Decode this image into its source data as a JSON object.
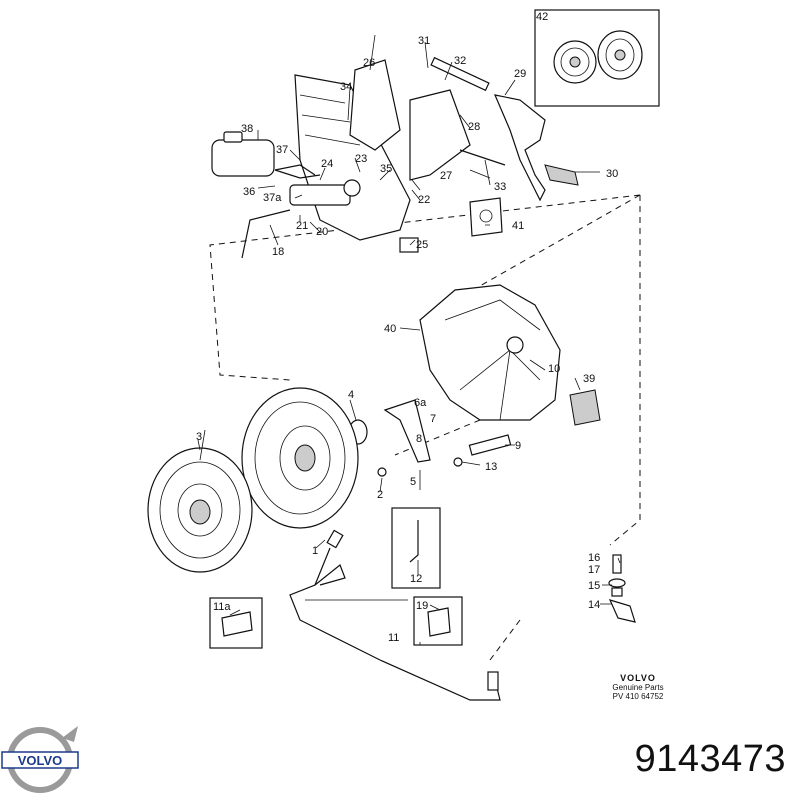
{
  "callouts": {
    "c1": "1",
    "c2": "2",
    "c3": "3",
    "c4": "4",
    "c5": "5",
    "c6a": "6a",
    "c7": "7",
    "c8": "8",
    "c9": "9",
    "c10": "10",
    "c11": "11",
    "c11a": "11a",
    "c12": "12",
    "c13": "13",
    "c14": "14",
    "c15": "15",
    "c16": "16",
    "c17": "17",
    "c18": "18",
    "c19": "19",
    "c20": "20",
    "c21": "21",
    "c22": "22",
    "c23": "23",
    "c24": "24",
    "c25": "25",
    "c26": "26",
    "c27": "27",
    "c28": "28",
    "c29": "29",
    "c30": "30",
    "c31": "31",
    "c32": "32",
    "c33": "33",
    "c34": "34",
    "c35": "35",
    "c36": "36",
    "c37": "37",
    "c37a": "37a",
    "c38": "38",
    "c39": "39",
    "c40": "40",
    "c41": "41",
    "c42": "42"
  },
  "brand": {
    "name": "VOLVO",
    "line2": "Genuine Parts",
    "line3": "PV 410 64752"
  },
  "logo": {
    "text": "VOLVO",
    "ring_color": "#9a9a9a",
    "text_color": "#1b3a8c"
  },
  "part_number": "9143473"
}
